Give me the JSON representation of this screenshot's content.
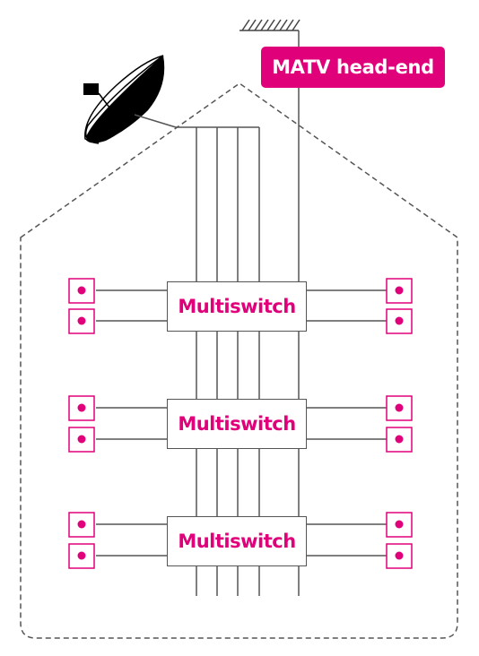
{
  "headend": {
    "label": "MATV head-end"
  },
  "multiswitches": [
    {
      "label": "Multiswitch"
    },
    {
      "label": "Multiswitch"
    },
    {
      "label": "Multiswitch"
    }
  ],
  "colors": {
    "accent": "#e0007a",
    "line": "#555555",
    "dish": "#000000"
  },
  "icons": [
    "satellite-dish-icon",
    "mast-ground-icon",
    "wall-outlet-icon"
  ]
}
